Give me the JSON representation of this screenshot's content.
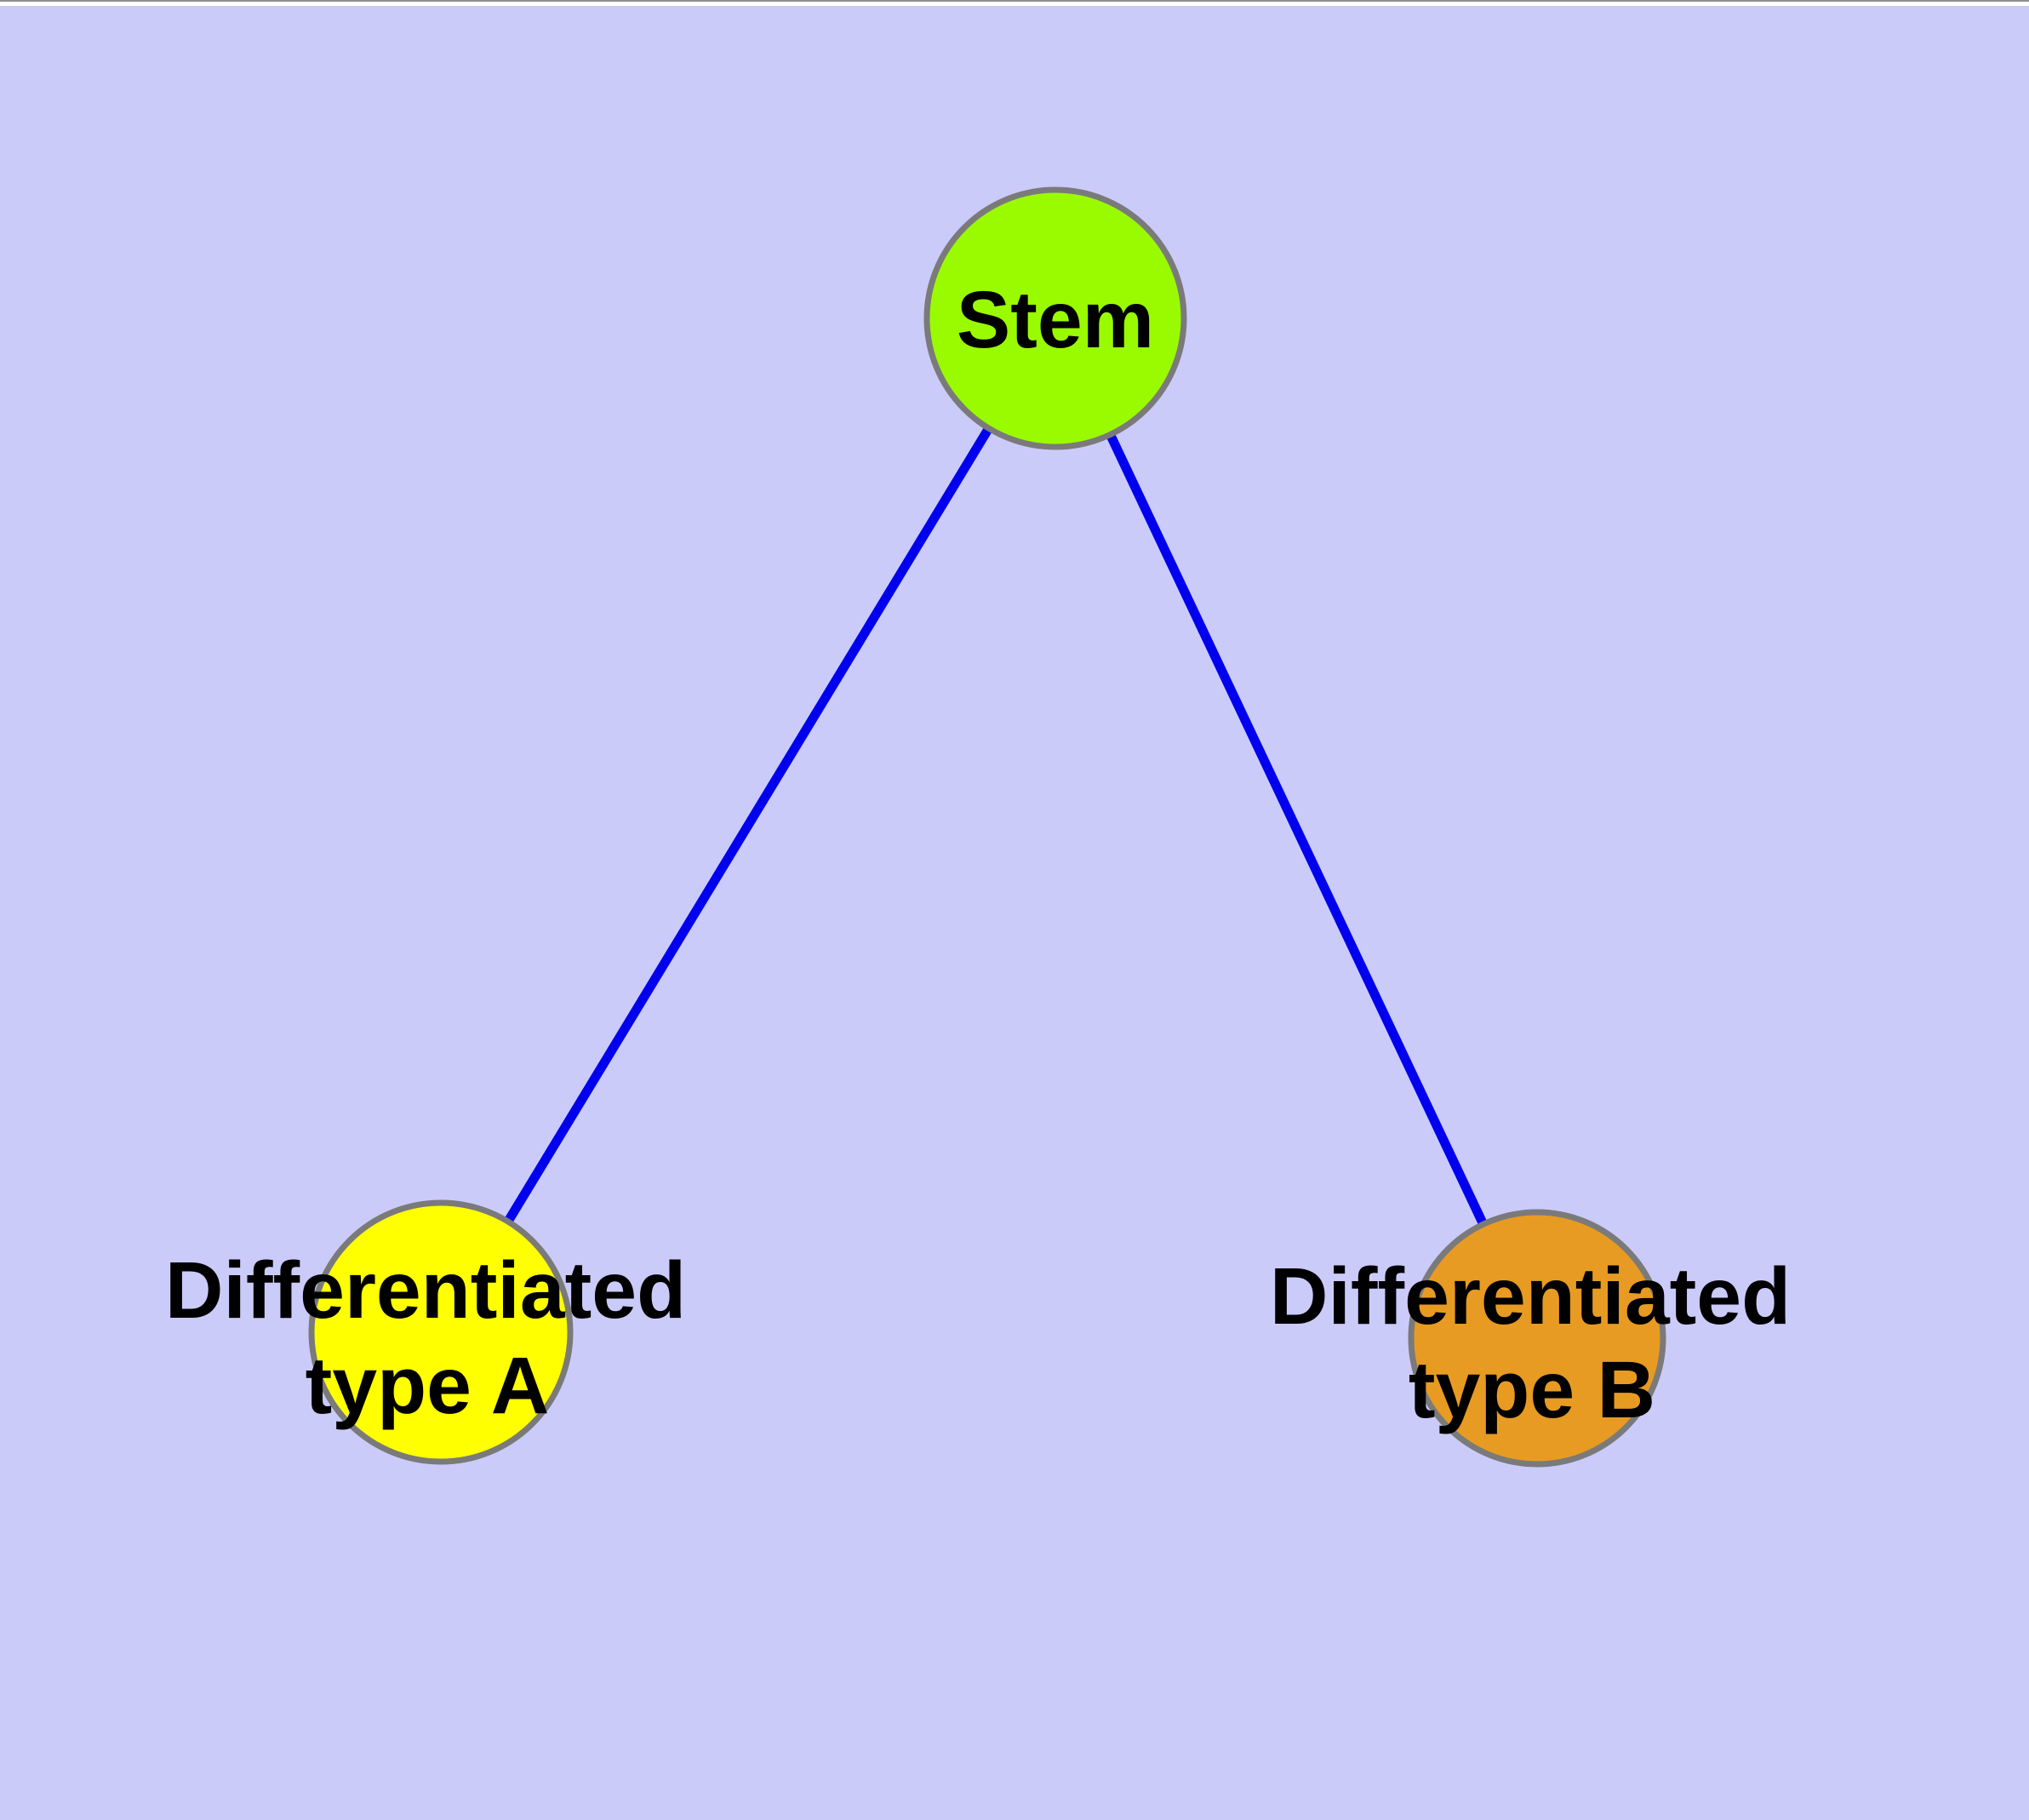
{
  "diagram": {
    "colors": {
      "background": "#CBCBFA",
      "top_border": "#909090",
      "top_strip": "#FFFFFF",
      "edge": "#0000EE",
      "node_border": "#7A7A7A",
      "label_text": "#000000"
    },
    "nodes": {
      "stem": {
        "label": "Stem",
        "fill": "#9AFB00"
      },
      "diff_a": {
        "label_line1": "Differentiated",
        "label_line2": "type A",
        "fill": "#FFFF00"
      },
      "diff_b": {
        "label_line1": "Differentiated",
        "label_line2": "type B",
        "fill": "#E89B22"
      }
    },
    "edges": [
      {
        "from": "stem",
        "to": "diff_a"
      },
      {
        "from": "stem",
        "to": "diff_b"
      }
    ]
  }
}
